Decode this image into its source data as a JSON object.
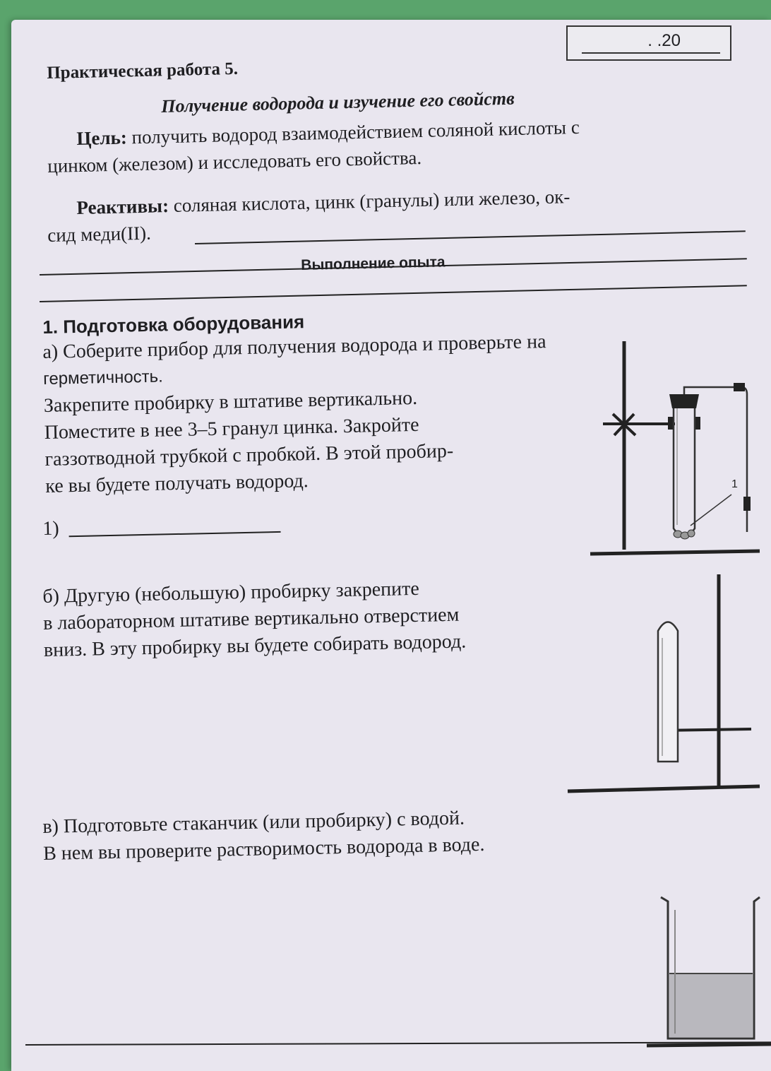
{
  "header": {
    "date_text": ".     .20",
    "title": "Практическая работа 5.",
    "subtitle": "Получение водорода и изучение его свойств"
  },
  "goal": {
    "label": "Цель:",
    "line1": "получить водород взаимодействием соляной кислоты с",
    "line2": "цинком (железом) и исследовать его свойства."
  },
  "reagents": {
    "label": "Реактивы:",
    "line1": "соляная кислота, цинк (гранулы) или железо, ок-",
    "line2": "сид меди(II)."
  },
  "section_title": "Выполнение опыта",
  "step1": {
    "heading": "1. Подготовка оборудования",
    "a_lines": [
      "а) Соберите прибор для получения водорода и проверьте на",
      "герметичность.",
      "Закрепите пробирку в штативе вертикально.",
      "Поместите в нее 3–5 гранул цинка. Закройте",
      "газзотводной трубкой с пробкой. В этой пробир-",
      "ке вы будете получать водород."
    ],
    "answer_label": "1)",
    "figure_label": "1",
    "b_lines": [
      "б) Другую (небольшую) пробирку закрепите",
      "в лабораторном штативе вертикально отверстием",
      "вниз. В эту пробирку вы будете собирать водород."
    ],
    "c_lines": [
      "в) Подготовьте  стаканчик (или пробирку) с водой.",
      "В нем вы проверите  растворимость водорода в воде."
    ]
  }
}
